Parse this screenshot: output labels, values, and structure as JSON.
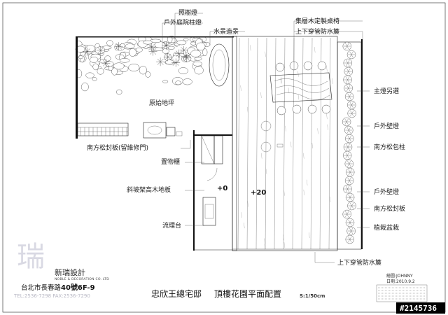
{
  "labels_left": {
    "sand_board": "南方松封板(留維修門)",
    "storage": "置物櫃",
    "slope_floor": "斜坡架高木地板",
    "sink": "流理台"
  },
  "labels_top": {
    "lamp": "照樹燈",
    "garden_post_lamp": "戶外庭院柱燈",
    "water_feature": "水景造景"
  },
  "labels_right": {
    "table_bench": "集層木定製桌椅",
    "top_curtain": "上下穿管防水簾",
    "main_lamp": "主燈另選",
    "wall_lamp_1": "戶外壁燈",
    "pine_column": "南方松包柱",
    "wall_lamp_2": "戶外壁燈",
    "pine_board": "南方松封板",
    "planter": "植栽盆栽",
    "bottom_curtain": "上下穿管防水簾"
  },
  "center": {
    "original_floor": "原始地坪",
    "level_0": "+0",
    "level_20": "+20"
  },
  "title": {
    "project": "忠欣王總宅邸",
    "drawing": "頂樓花園平面配置",
    "scale": "S:1/50cm"
  },
  "title_block": {
    "drawn_by": "繪圖:JOHNNY",
    "date": "日期:2010.9.2"
  },
  "company": {
    "name": "新瑞設計",
    "name_en": "NOBLE & DECORATION CO. LTD",
    "address_prefix": "台北市長春路",
    "address_number": "40",
    "address_suffix": "號6F-9",
    "phone": "TEL:2536-7298  FAX:2536-7290"
  },
  "watermark": "#2145736"
}
